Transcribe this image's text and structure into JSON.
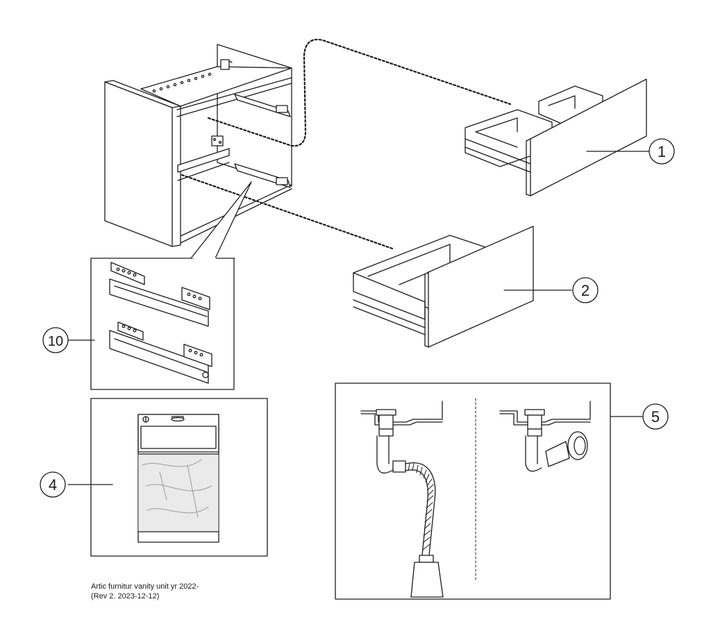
{
  "callouts": {
    "drawer_top": "1",
    "drawer_bottom": "2",
    "fittings_bag": "4",
    "drain_siphon": "5",
    "drawer_runners": "10"
  },
  "footer": {
    "line1": "Artic furnitur vanity unit yr 2022-",
    "line2": "(Rev 2.  2023-12-12)"
  },
  "colors": {
    "line": "#1a1a1a",
    "panel_fill": "#ffffff",
    "bag_tint": "#d9d9d9"
  }
}
